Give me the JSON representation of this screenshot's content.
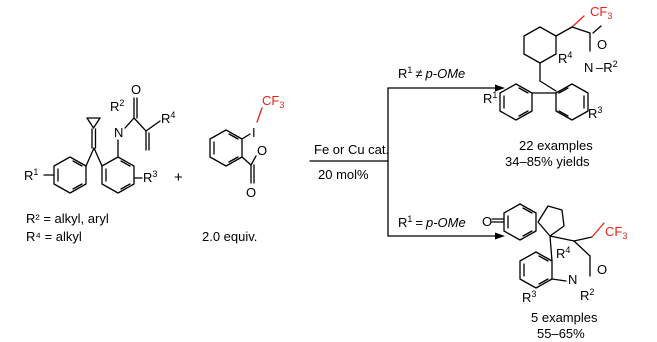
{
  "reactant": {
    "labels": {
      "R1": "R",
      "R1_sup": "1",
      "N": "N",
      "R2": "R",
      "R2_sup": "2",
      "O": "O",
      "R4": "R",
      "R4_sup": "4",
      "R3": "R",
      "R3_sup": "3"
    },
    "notes": [
      "R² = alkyl, aryl",
      "R⁴ = alkyl"
    ]
  },
  "plus": "+",
  "reagent": {
    "labels": {
      "I": "I",
      "CF3": "CF",
      "CF3_sub": "3",
      "O_ring": "O",
      "O_carbonyl": "O"
    },
    "equiv": "2.0 equiv."
  },
  "conditions": {
    "catalyst": "Fe or Cu cat.",
    "loading": "20 mol%"
  },
  "top_branch": {
    "condition_prefix": "R",
    "condition_sup": "1",
    "condition_rel": "≠",
    "condition_value": "p-OMe",
    "labels": {
      "CF3": "CF",
      "CF3_sub": "3",
      "O": "O",
      "R4": "R",
      "R4_sup": "4",
      "N": "N",
      "R2": "R",
      "R2_sup": "2",
      "R1": "R",
      "R1_sup": "1",
      "R3": "R",
      "R3_sup": "3"
    },
    "examples": "22 examples",
    "yields": "34–85% yields"
  },
  "bottom_branch": {
    "condition_prefix": "R",
    "condition_sup": "1",
    "condition_rel": "=",
    "condition_value": "p-OMe",
    "labels": {
      "O_dienone": "O",
      "CF3": "CF",
      "CF3_sub": "3",
      "R4": "R",
      "R4_sup": "4",
      "O": "O",
      "N": "N",
      "R2": "R",
      "R2_sup": "2",
      "R3": "R",
      "R3_sup": "3"
    },
    "examples": "5 examples",
    "yields": "55–65%"
  }
}
